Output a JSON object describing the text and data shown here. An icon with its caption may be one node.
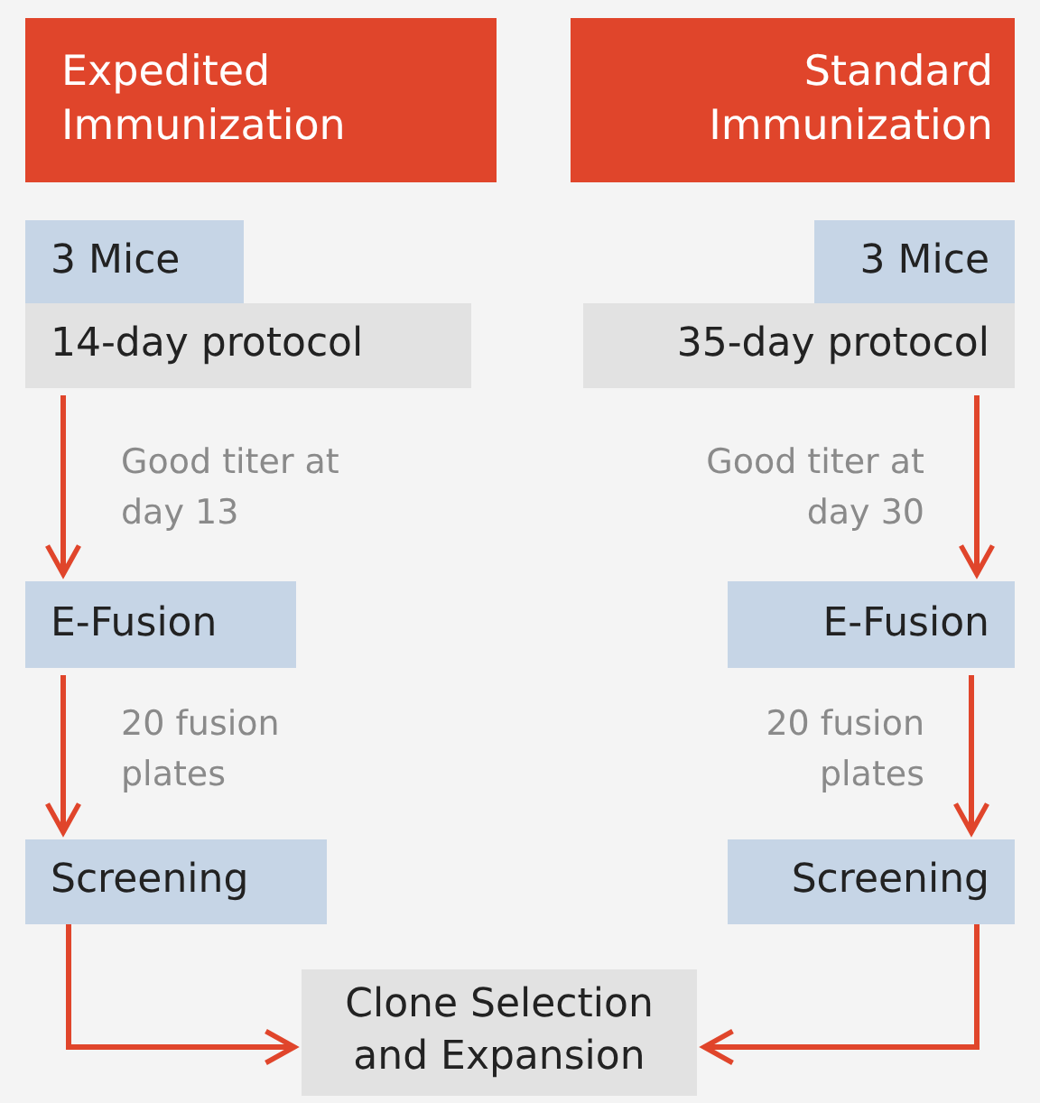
{
  "diagram": {
    "nodes": [
      {
        "text": [
          "Expedited Immunization"
        ]
      },
      {
        "text": [
          "3 Mice"
        ]
      },
      {
        "text": [
          "14-day protocol"
        ]
      },
      {
        "text": [
          "E-Fusion"
        ]
      },
      {
        "text": [
          "Screening"
        ]
      },
      {
        "text": [
          "Standard Immunization"
        ]
      },
      {
        "text": [
          "3 Mice"
        ]
      },
      {
        "text": [
          "35-day protocol"
        ]
      },
      {
        "text": [
          "E-Fusion"
        ]
      },
      {
        "text": [
          "Screening"
        ]
      },
      {
        "text": [
          "Clone Selection and Expansion"
        ]
      }
    ],
    "edges": [
      {
        "from": 2,
        "to": 3,
        "arrow": "to",
        "label": "Good titer at day 13"
      },
      {
        "from": 3,
        "to": 4,
        "arrow": "to",
        "label": "20 fusion plates"
      },
      {
        "from": 4,
        "to": 10,
        "arrow": "to"
      },
      {
        "from": 7,
        "to": 8,
        "arrow": "to",
        "label": "Good titer at day 30"
      },
      {
        "from": 8,
        "to": 9,
        "arrow": "to",
        "label": "20 fusion plates"
      },
      {
        "from": 9,
        "to": 10,
        "arrow": "to"
      }
    ]
  }
}
